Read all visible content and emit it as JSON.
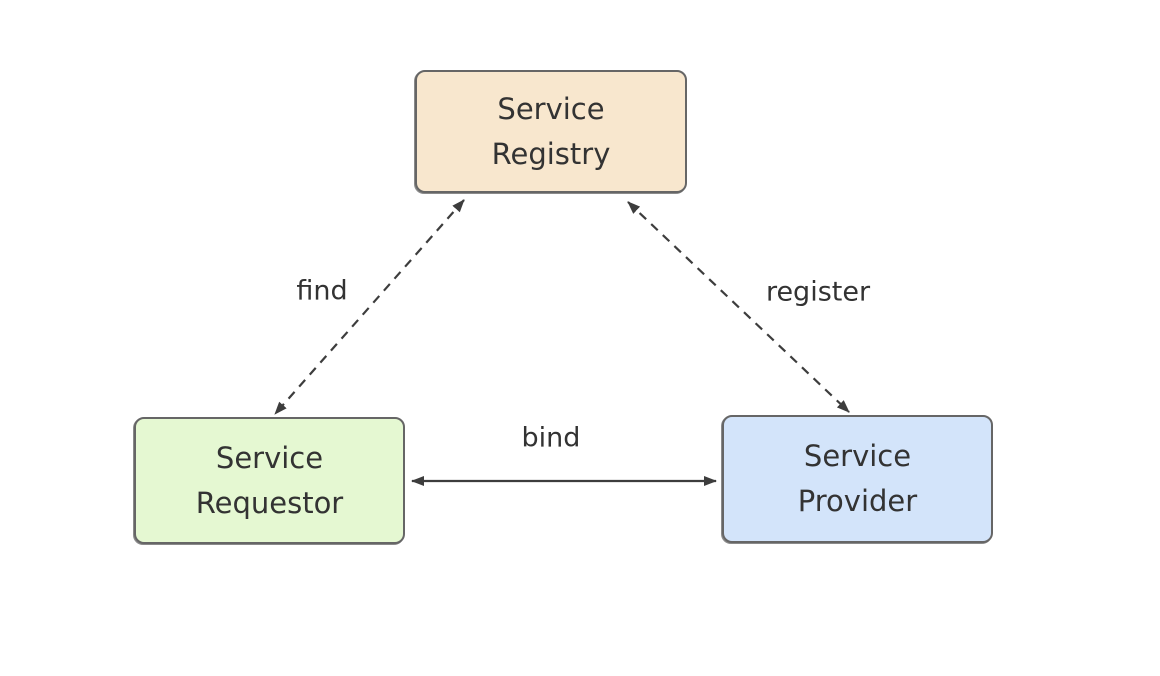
{
  "diagram": {
    "type": "triangle-relationship-diagram",
    "nodes": {
      "registry": {
        "label": "Service Registry",
        "fill": "#f8e7ce",
        "border": "#666666"
      },
      "requestor": {
        "label": "Service Requestor",
        "fill": "#e5f8d2",
        "border": "#666666"
      },
      "provider": {
        "label": "Service Provider",
        "fill": "#d3e4fa",
        "border": "#666666"
      }
    },
    "edges": [
      {
        "label": "find",
        "from": "registry",
        "to": "requestor",
        "line_style": "dashed",
        "bidirectional": true
      },
      {
        "label": "register",
        "from": "registry",
        "to": "provider",
        "line_style": "dashed",
        "bidirectional": true
      },
      {
        "label": "bind",
        "from": "requestor",
        "to": "provider",
        "line_style": "solid",
        "bidirectional": true
      }
    ],
    "colors": {
      "arrow": "#3d3d3d",
      "text": "#333333",
      "background": "#ffffff"
    }
  }
}
